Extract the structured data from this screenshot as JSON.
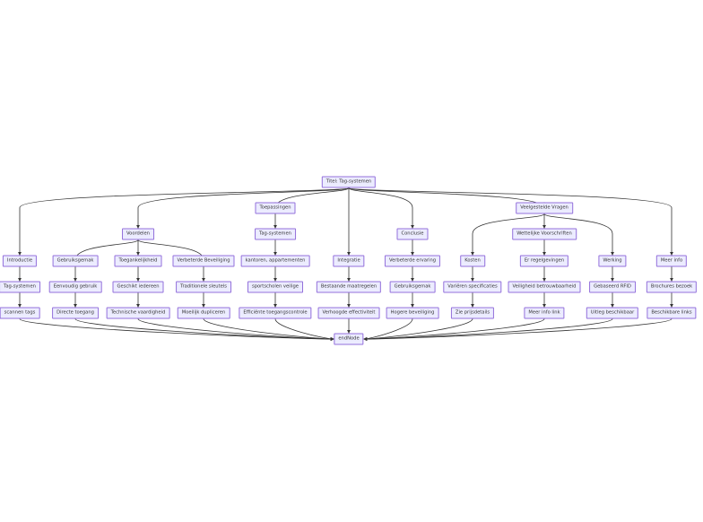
{
  "diagram": {
    "type": "flowchart",
    "colors": {
      "node_fill": "#ECECFF",
      "node_border": "#9370DB",
      "edge": "#333333",
      "text": "#333333"
    },
    "nodes": {
      "title": "Titel: Tag-systemen",
      "intro": "Introductie",
      "voordelen": "Voordelen",
      "toepassingen": "Toepassingen",
      "integratie": "Integratie",
      "conclusie": "Conclusie",
      "faq": "Veelgestelde Vragen",
      "meerinfo": "Meer info",
      "tagsys1": "Tag-systemen",
      "scannen": "scannen tags",
      "gebruiksgemak": "Gebruiksgemak",
      "toegankelijkheid": "Toegankelijkheid",
      "beveiliging": "Verbeterde Beveiliging",
      "eenvoudig": "Eenvoudig gebruik",
      "directe": "Directe toegang",
      "geschikt": "Geschikt iedereen",
      "technische": "Technische vaardigheid",
      "traditionele": "Traditionele sleutels",
      "moeilijk": "Moeilijk dupliceren",
      "tagsys2": "Tag-systemen",
      "kantoren": "kantoren, appartementen",
      "sportscholen": "sportscholen veilige",
      "efficiente": "Efficiënte toegangscontrole",
      "bestaande": "Bestaande maatregelen",
      "verhoogde": "Verhoogde effectiviteit",
      "ervaring": "Verbeterde ervaring",
      "gebruiksgemak2": "Gebruiksgemak",
      "hogere": "Hogere beveiliging",
      "wettelijke": "Wettelijke Voorschriften",
      "kosten": "Kosten",
      "werking": "Werking",
      "varieren": "Variëren specificaties",
      "prijsdetails": "Zie prijsdetails",
      "regelgevingen": "Er regelgevingen",
      "veiligheid": "Veiligheid betrouwbaarheid",
      "meerinfolink": "Meer info link",
      "gebaseerd": "Gebaseerd RFID",
      "uitleg": "Uitleg beschikbaar",
      "brochures": "Brochures bezoek",
      "beschikbare": "Beschikbare links",
      "end": "endNode"
    },
    "edges": [
      [
        "title",
        "intro"
      ],
      [
        "title",
        "voordelen"
      ],
      [
        "title",
        "toepassingen"
      ],
      [
        "title",
        "integratie"
      ],
      [
        "title",
        "conclusie"
      ],
      [
        "title",
        "faq"
      ],
      [
        "title",
        "meerinfo"
      ],
      [
        "intro",
        "tagsys1"
      ],
      [
        "tagsys1",
        "scannen"
      ],
      [
        "scannen",
        "end"
      ],
      [
        "voordelen",
        "gebruiksgemak"
      ],
      [
        "voordelen",
        "toegankelijkheid"
      ],
      [
        "voordelen",
        "beveiliging"
      ],
      [
        "gebruiksgemak",
        "eenvoudig"
      ],
      [
        "eenvoudig",
        "directe"
      ],
      [
        "directe",
        "end"
      ],
      [
        "toegankelijkheid",
        "geschikt"
      ],
      [
        "geschikt",
        "technische"
      ],
      [
        "technische",
        "end"
      ],
      [
        "beveiliging",
        "traditionele"
      ],
      [
        "traditionele",
        "moeilijk"
      ],
      [
        "moeilijk",
        "end"
      ],
      [
        "toepassingen",
        "tagsys2"
      ],
      [
        "tagsys2",
        "kantoren"
      ],
      [
        "kantoren",
        "sportscholen"
      ],
      [
        "sportscholen",
        "efficiente"
      ],
      [
        "efficiente",
        "end"
      ],
      [
        "integratie",
        "bestaande"
      ],
      [
        "bestaande",
        "verhoogde"
      ],
      [
        "verhoogde",
        "end"
      ],
      [
        "conclusie",
        "ervaring"
      ],
      [
        "ervaring",
        "gebruiksgemak2"
      ],
      [
        "gebruiksgemak2",
        "hogere"
      ],
      [
        "hogere",
        "end"
      ],
      [
        "faq",
        "kosten"
      ],
      [
        "faq",
        "wettelijke"
      ],
      [
        "faq",
        "werking"
      ],
      [
        "kosten",
        "varieren"
      ],
      [
        "varieren",
        "prijsdetails"
      ],
      [
        "prijsdetails",
        "end"
      ],
      [
        "wettelijke",
        "regelgevingen"
      ],
      [
        "regelgevingen",
        "veiligheid"
      ],
      [
        "veiligheid",
        "meerinfolink"
      ],
      [
        "meerinfolink",
        "end"
      ],
      [
        "werking",
        "gebaseerd"
      ],
      [
        "gebaseerd",
        "uitleg"
      ],
      [
        "uitleg",
        "end"
      ],
      [
        "meerinfo",
        "brochures"
      ],
      [
        "brochures",
        "beschikbare"
      ],
      [
        "beschikbare",
        "end"
      ]
    ]
  }
}
